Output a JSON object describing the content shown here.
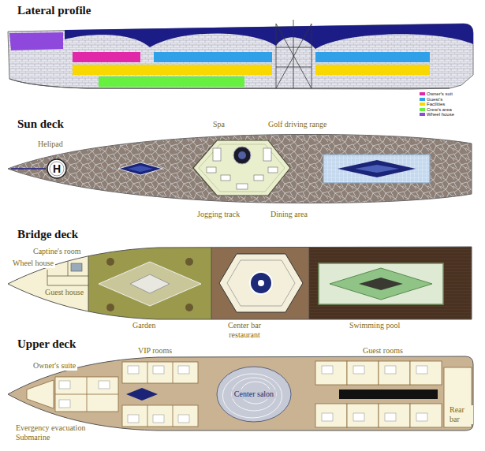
{
  "diagram": {
    "nodes": [
      {
        "text": [
          "H"
        ]
      },
      {
        "text": [
          "Center salon"
        ]
      }
    ],
    "labels": [
      "Lateral profile",
      "Sun deck",
      "Spa",
      "Golf driving range",
      "Helipad",
      "Jogging track",
      "Dining area",
      "Bridge deck",
      "Captine's room",
      "Wheel house",
      "Guest house",
      "Garden",
      "Center bar restaurant",
      "Swimming pool",
      "Upper deck",
      "VIP rooms",
      "Guest rooms",
      "Owner's suite",
      "Evergency evacuation Submarine",
      "Rear bar"
    ],
    "legend": [
      {
        "text": "Owner's suit",
        "color": "#e028a8"
      },
      {
        "text": "Guest's",
        "color": "#30a0e8"
      },
      {
        "text": "Facilities",
        "color": "#f8d800"
      },
      {
        "text": "Crew's area",
        "color": "#66f040"
      },
      {
        "text": "Wheel house",
        "color": "#8f48dc"
      }
    ]
  }
}
